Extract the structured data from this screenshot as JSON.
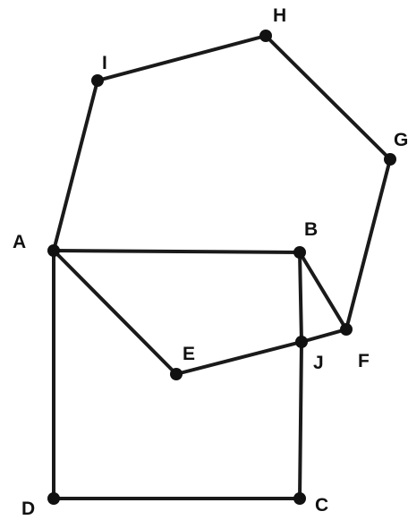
{
  "diagram": {
    "colors": {
      "edge": "#1a1a1a",
      "vertex": "#111111",
      "background": "#ffffff"
    },
    "vertices": [
      {
        "id": "A",
        "label": "A"
      },
      {
        "id": "B",
        "label": "B"
      },
      {
        "id": "C",
        "label": "C"
      },
      {
        "id": "D",
        "label": "D"
      },
      {
        "id": "E",
        "label": "E"
      },
      {
        "id": "F",
        "label": "F"
      },
      {
        "id": "G",
        "label": "G"
      },
      {
        "id": "H",
        "label": "H"
      },
      {
        "id": "I",
        "label": "I"
      },
      {
        "id": "J",
        "label": "J"
      }
    ],
    "edges": [
      [
        "A",
        "B"
      ],
      [
        "B",
        "J"
      ],
      [
        "J",
        "C"
      ],
      [
        "C",
        "D"
      ],
      [
        "D",
        "A"
      ],
      [
        "A",
        "E"
      ],
      [
        "E",
        "J"
      ],
      [
        "J",
        "F"
      ],
      [
        "B",
        "F"
      ],
      [
        "F",
        "G"
      ],
      [
        "G",
        "H"
      ],
      [
        "H",
        "I"
      ],
      [
        "I",
        "A"
      ]
    ]
  }
}
